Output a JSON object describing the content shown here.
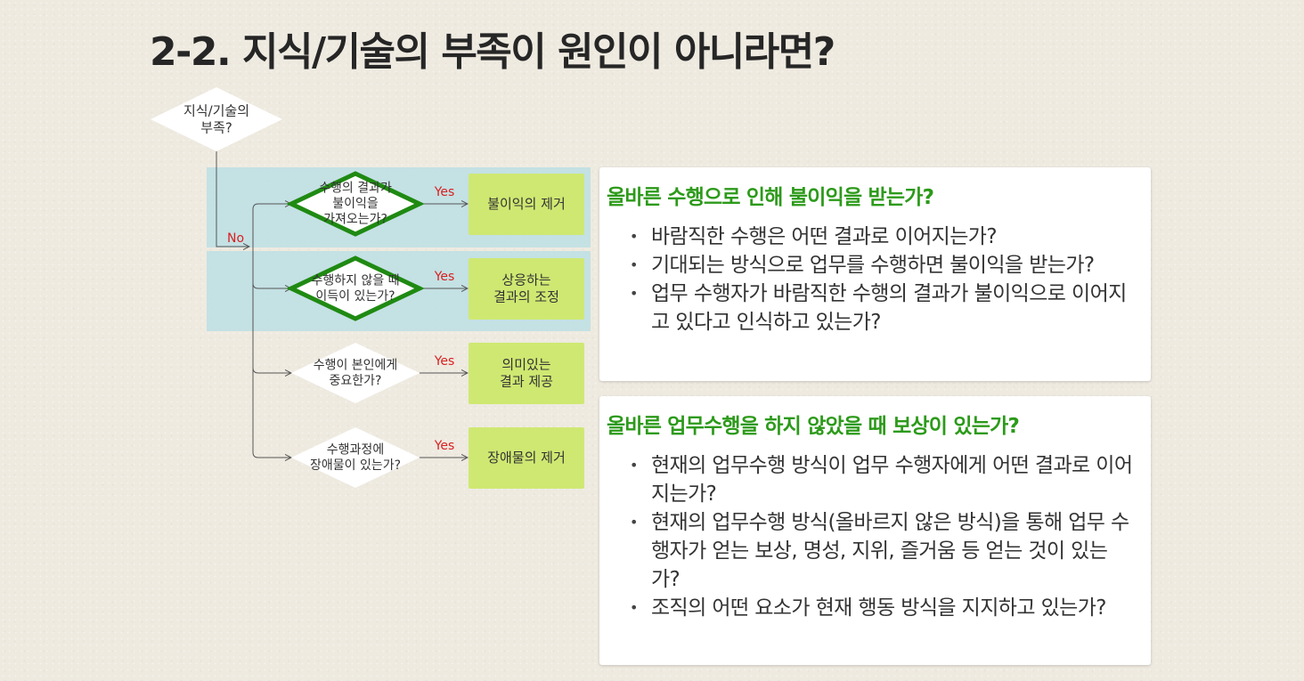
{
  "title": "2-2. 지식/기술의 부족이 원인이 아니라면?",
  "flow": {
    "start": {
      "lines": [
        "지식/기술의",
        "부족?"
      ]
    },
    "no_label": "No",
    "yes_label": "Yes",
    "rows": [
      {
        "question": [
          "수행의 결과가",
          "불이익을",
          "가져오는가?"
        ],
        "result": [
          "불이익의 제거"
        ],
        "highlighted": true
      },
      {
        "question": [
          "수행하지 않을 때",
          "이득이 있는가?"
        ],
        "result": [
          "상응하는",
          "결과의 조정"
        ],
        "highlighted": true
      },
      {
        "question": [
          "수행이 본인에게",
          "중요한가?"
        ],
        "result": [
          "의미있는",
          "결과 제공"
        ],
        "highlighted": false
      },
      {
        "question": [
          "수행과정에",
          "장애물이 있는가?"
        ],
        "result": [
          "장애물의 제거"
        ],
        "highlighted": false
      }
    ],
    "colors": {
      "highlight_band": "#bcdfe4",
      "result_box": "#cfe872",
      "diamond_border": "#1f8a12",
      "yes_text": "#d81f1f",
      "no_text": "#d81f1f"
    }
  },
  "cards": [
    {
      "heading": "올바른 수행으로 인해 불이익을 받는가?",
      "bullets": [
        "바람직한 수행은 어떤 결과로 이어지는가?",
        "기대되는 방식으로 업무를 수행하면 불이익을 받는가?",
        "업무 수행자가 바람직한 수행의 결과가 불이익으로 이어지고 있다고 인식하고 있는가?"
      ]
    },
    {
      "heading": "올바른 업무수행을 하지 않았을 때 보상이 있는가?",
      "bullets": [
        "현재의 업무수행 방식이 업무 수행자에게 어떤 결과로 이어지는가?",
        "현재의 업무수행 방식(올바르지 않은 방식)을 통해 업무 수행자가 얻는 보상, 명성, 지위, 즐거움 등 얻는 것이 있는가?",
        "조직의 어떤 요소가 현재 행동 방식을 지지하고 있는가?"
      ]
    }
  ]
}
